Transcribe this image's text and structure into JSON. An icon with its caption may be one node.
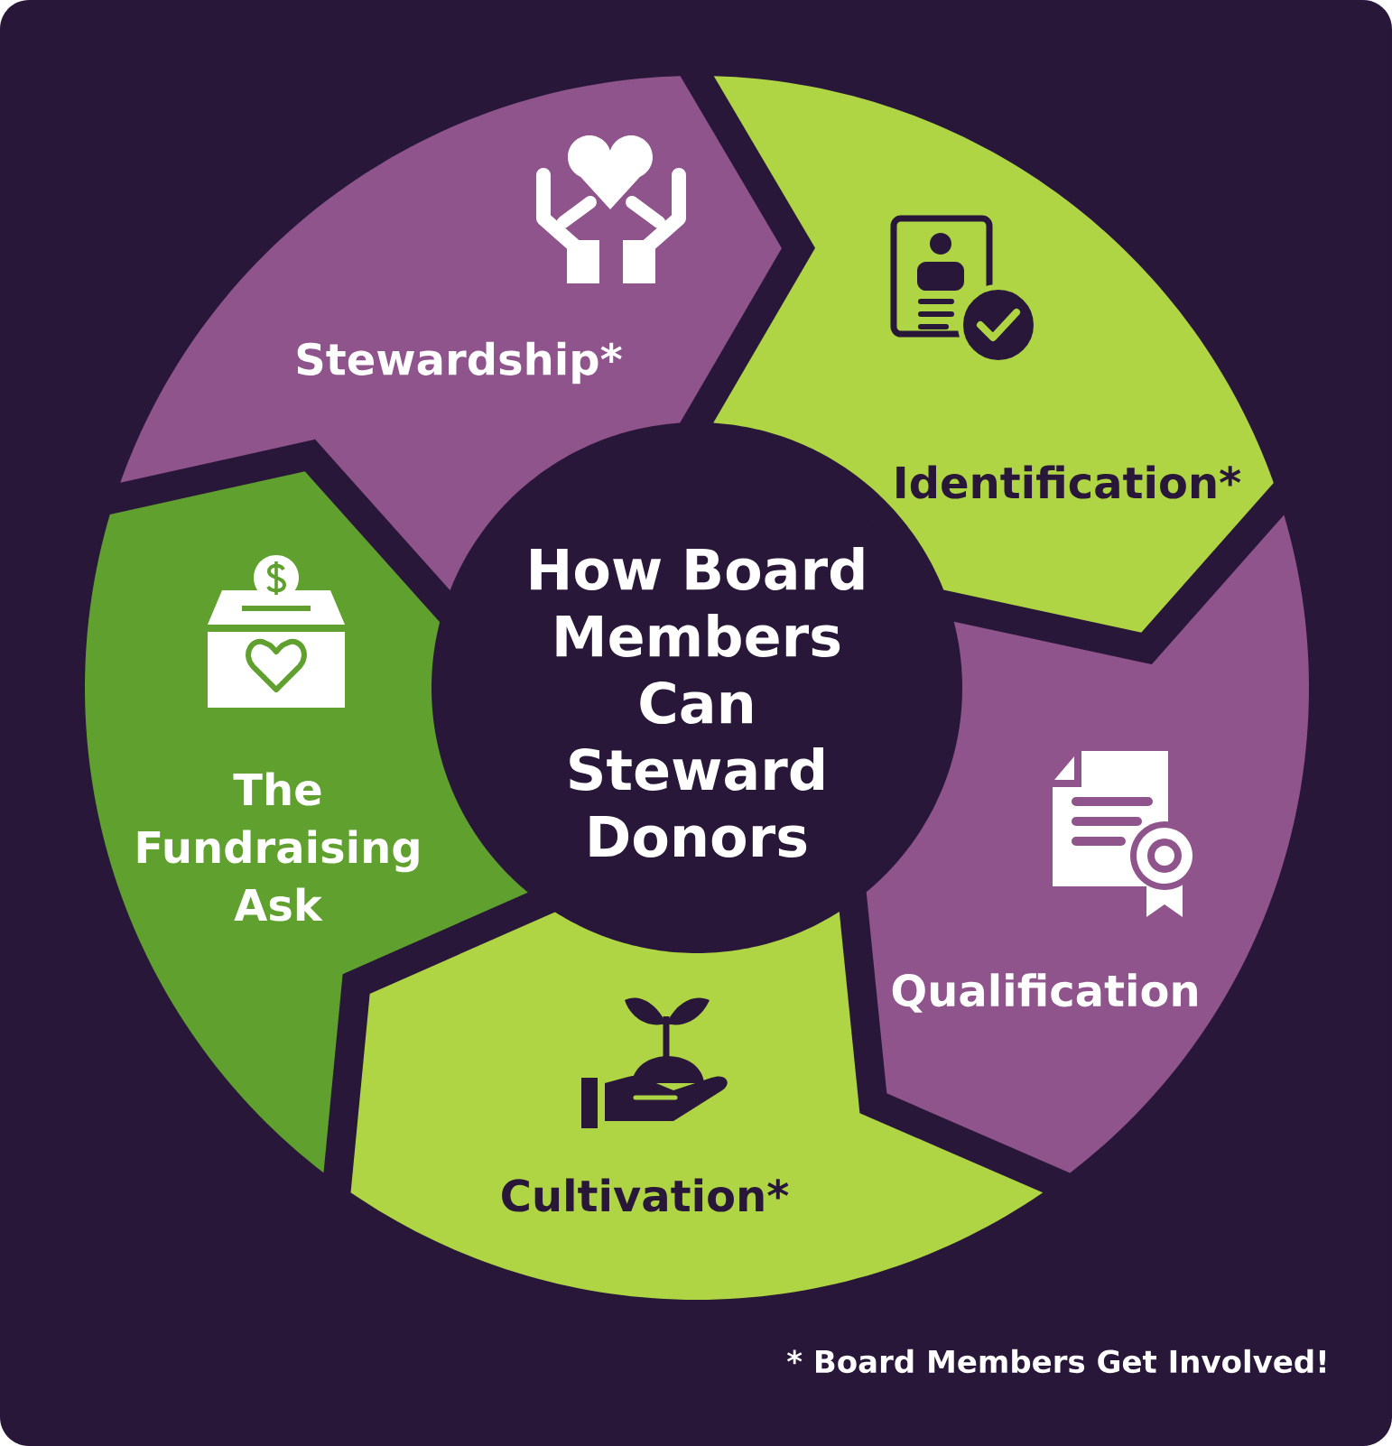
{
  "diagram": {
    "nodes": [
      {
        "text": [
          "Stewardship*"
        ]
      },
      {
        "text": [
          "Identification*"
        ]
      },
      {
        "text": [
          "How Board Members Can Steward Donors"
        ]
      },
      {
        "text": [
          "The Fundraising Ask"
        ]
      },
      {
        "text": [
          "Qualification"
        ]
      },
      {
        "text": [
          "Cultivation*"
        ]
      }
    ],
    "labels": [
      "* Board Members Get Involved!"
    ]
  }
}
